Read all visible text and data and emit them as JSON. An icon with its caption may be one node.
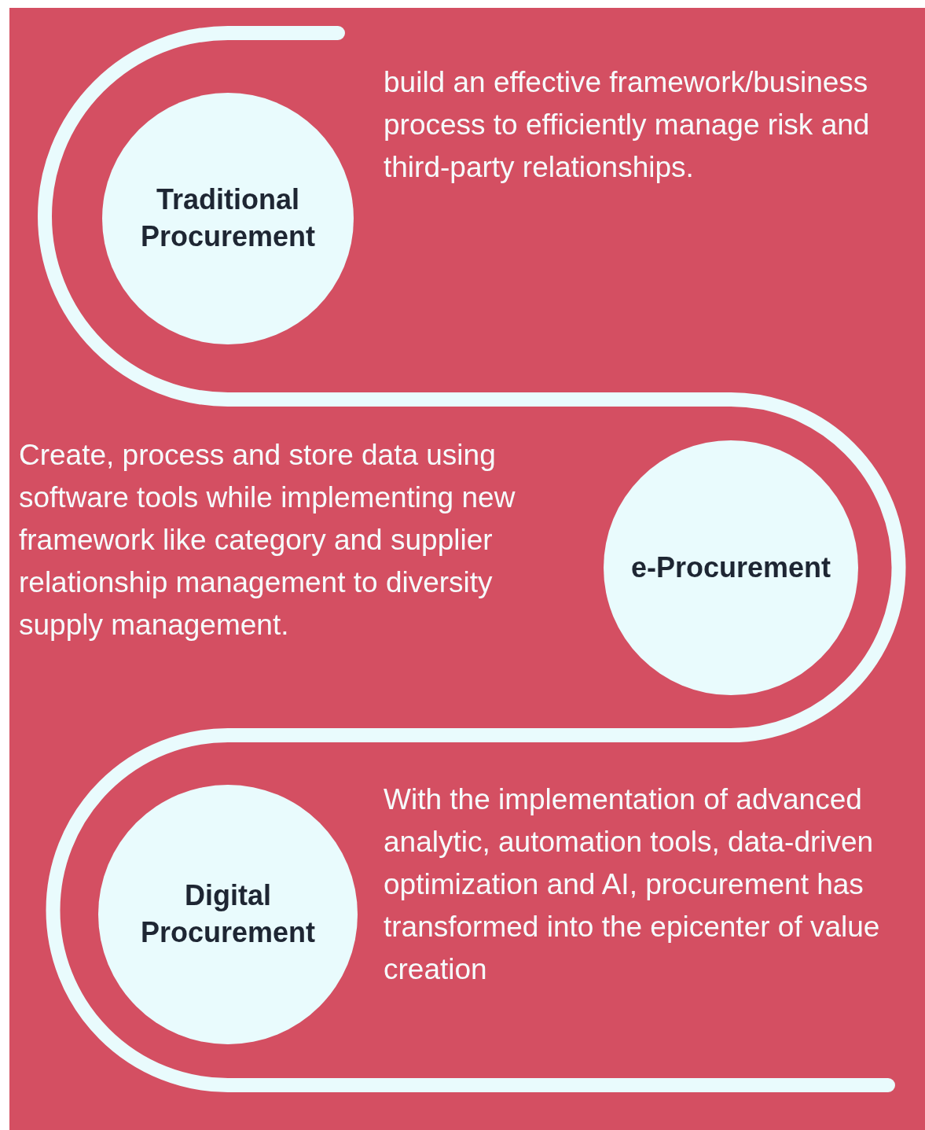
{
  "diagram": {
    "nodes": [
      {
        "text": [
          "Traditional Procurement"
        ],
        "beside": [
          "build an effective framework/business process to efficiently manage risk and third-party relationships."
        ]
      },
      {
        "text": [
          "e-Procurement"
        ],
        "beside": [
          "Create, process and store data using software tools while implementing new framework like category and supplier relationship management to diversity supply management."
        ]
      },
      {
        "text": [
          "Digital Procurement"
        ],
        "beside": [
          "With the implementation of advanced analytic, automation tools, data-driven optimization and AI, procurement has transformed into the epicenter of value creation"
        ]
      }
    ]
  }
}
